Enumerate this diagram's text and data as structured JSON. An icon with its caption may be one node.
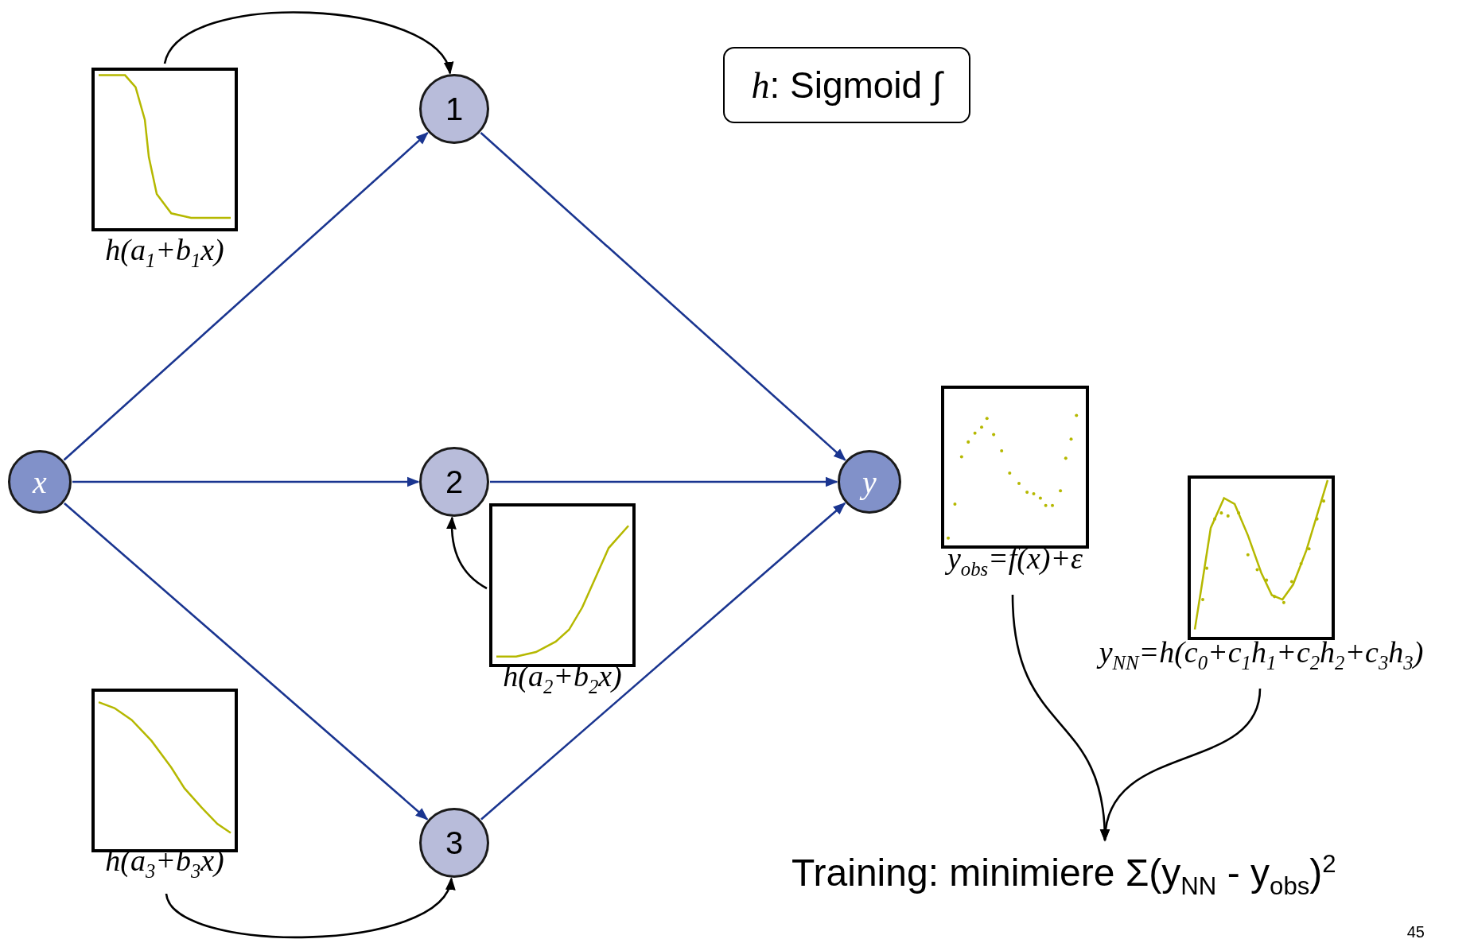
{
  "diagram": {
    "nodes": [
      {
        "text": [
          "x"
        ]
      },
      {
        "text": [
          "1"
        ]
      },
      {
        "text": [
          "2"
        ]
      },
      {
        "text": [
          "3"
        ]
      },
      {
        "text": [
          "y"
        ]
      },
      {
        "text": [],
        "shape": "picture",
        "beside": [
          "h(a$_{1}$+b$_{1}$x)"
        ]
      },
      {
        "text": [],
        "shape": "picture",
        "beside": [
          "h(a$_{2}$+b$_{2}$x)"
        ]
      },
      {
        "text": [],
        "shape": "picture",
        "beside": [
          "h(a$_{3}$+b$_{3}$x)"
        ]
      },
      {
        "text": [],
        "shape": "picture",
        "beside": [
          "y$_{obs}$=f(x)+ε"
        ]
      },
      {
        "text": [],
        "shape": "picture",
        "beside": [
          "y$_{NN}$=h(c$_{0}$+c$_{1}$h$_{1}$+c$_{2}$h$_{2}$+c$_{3}$h$_{3}$)"
        ]
      },
      {
        "text": [
          "Training: minimiere Σ(y$_{NN}$ - y$_{obs}$)$^{2}$"
        ]
      },
      {
        "text": [
          "*h*: Sigmoid ∫"
        ]
      }
    ],
    "edges": [
      {
        "from": 0,
        "to": 1,
        "arrow": "to"
      },
      {
        "from": 0,
        "to": 2,
        "arrow": "to"
      },
      {
        "from": 0,
        "to": 3,
        "arrow": "to"
      },
      {
        "from": 1,
        "to": 4,
        "arrow": "to"
      },
      {
        "from": 2,
        "to": 4,
        "arrow": "to"
      },
      {
        "from": 3,
        "to": 4,
        "arrow": "to"
      },
      {
        "from": 5,
        "to": 1,
        "arrow": "to",
        "color": "#000000"
      },
      {
        "from": 6,
        "to": 2,
        "arrow": "to",
        "color": "#000000"
      },
      {
        "from": 7,
        "to": 3,
        "arrow": "to",
        "color": "#000000"
      },
      {
        "from": 8,
        "to": 10,
        "arrow": "to",
        "color": "#000000"
      },
      {
        "from": 9,
        "to": 10,
        "arrow": "to",
        "color": "#000000"
      }
    ],
    "labels": [
      "45"
    ]
  }
}
